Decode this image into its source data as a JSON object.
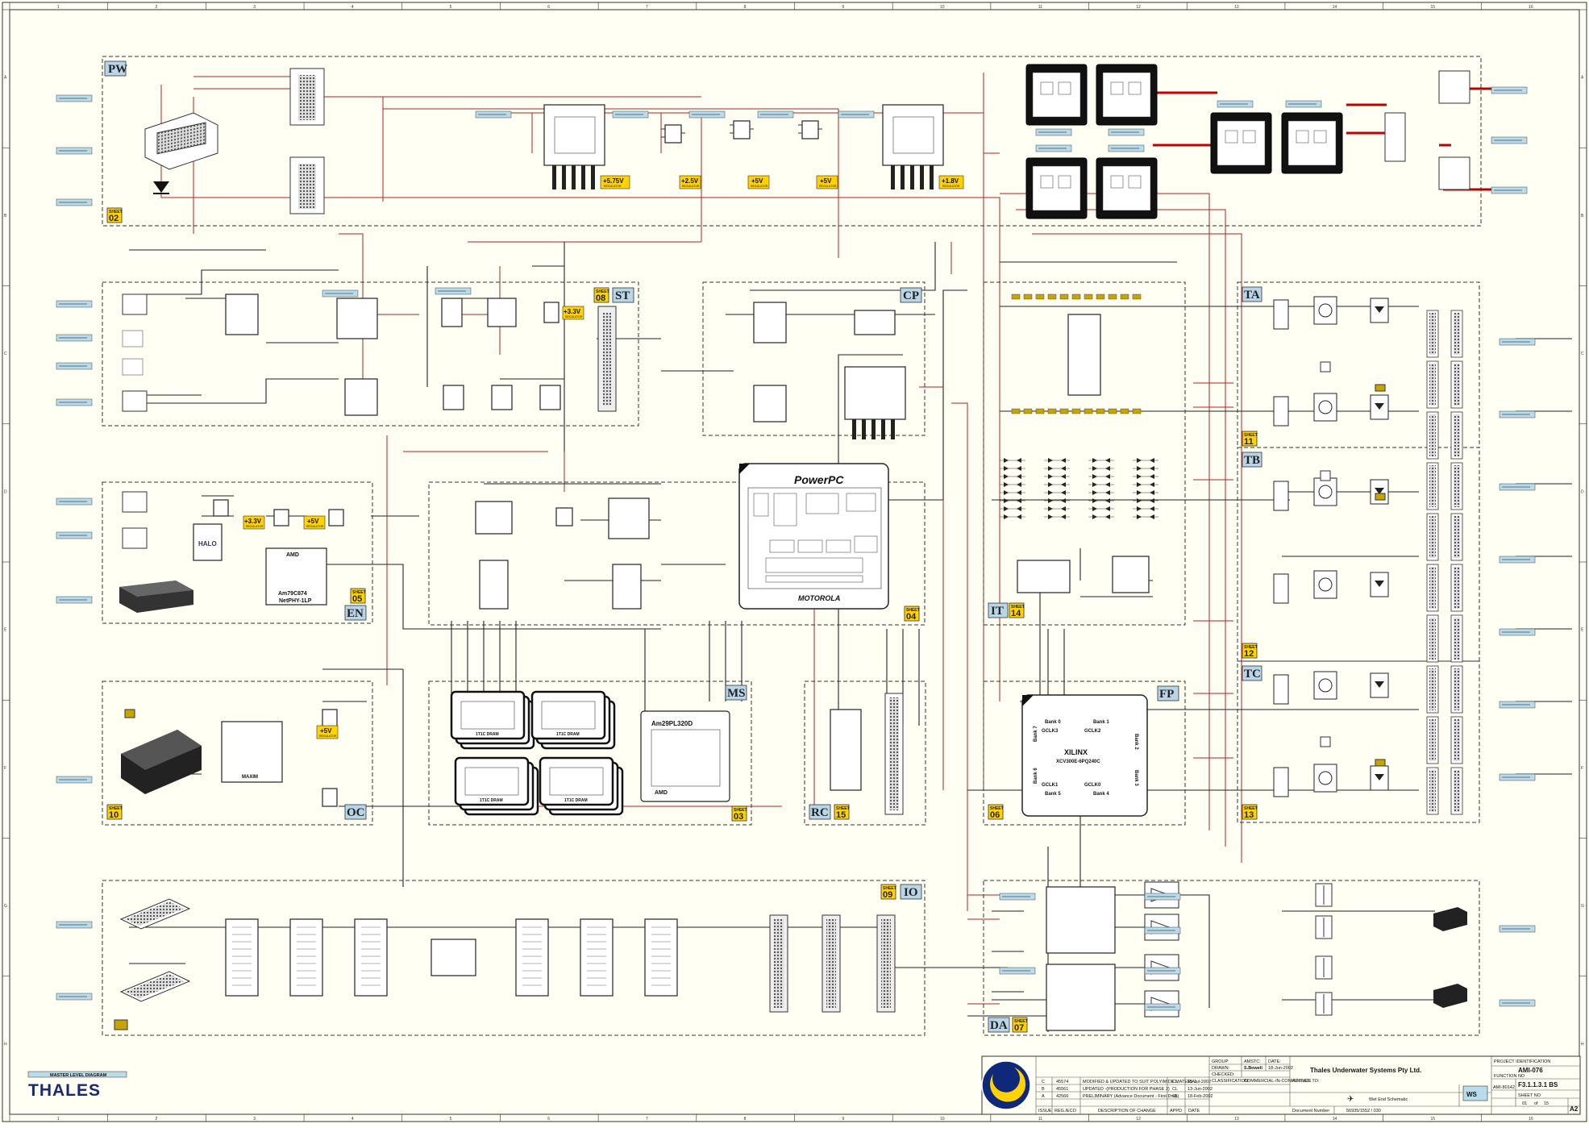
{
  "blocks": {
    "pw": {
      "label": "PW",
      "sheet": "02"
    },
    "st": {
      "label": "ST",
      "sheet": "08"
    },
    "cp": {
      "label": "CP",
      "sheet": ""
    },
    "it": {
      "label": "IT",
      "sheet": "14"
    },
    "ta": {
      "label": "TA",
      "sheet": "11"
    },
    "tb": {
      "label": "TB",
      "sheet": "12"
    },
    "tc": {
      "label": "TC",
      "sheet": "13"
    },
    "en": {
      "label": "EN",
      "sheet": "05"
    },
    "ppc": {
      "label": "",
      "sheet": "04"
    },
    "oc": {
      "label": "OC",
      "sheet": "10"
    },
    "ms": {
      "label": "MS",
      "sheet": "03"
    },
    "rc": {
      "label": "RC",
      "sheet": "15"
    },
    "fp": {
      "label": "FP",
      "sheet": "06"
    },
    "io": {
      "label": "IO",
      "sheet": "09"
    },
    "da": {
      "label": "DA",
      "sheet": "07"
    }
  },
  "sheet_word": "SHEET",
  "regulators": {
    "r575": {
      "value": "+5.75V",
      "sub": "REGULATOR"
    },
    "r25": {
      "value": "+2.5V",
      "sub": "REGULATOR"
    },
    "r5a": {
      "value": "+5V",
      "sub": "REGULATOR"
    },
    "r5b": {
      "value": "+5V",
      "sub": "REGULATOR"
    },
    "r18": {
      "value": "+1.8V",
      "sub": "REGULATOR"
    },
    "r33st": {
      "value": "+3.3V",
      "sub": "REGULATOR"
    },
    "r33en": {
      "value": "+3.3V",
      "sub": "REGULATOR"
    },
    "r5en": {
      "value": "+5V",
      "sub": "REGULATOR"
    },
    "r5oc": {
      "value": "+5V",
      "sub": "REGULATOR"
    }
  },
  "chips": {
    "powerpc": "PowerPC",
    "motorola": "MOTOROLA",
    "amd_en_brand": "AMD",
    "amd_en_part": "Am79C874",
    "amd_en_name": "NetPHY-1LP",
    "halo": "HALO",
    "flash_part": "Am29PL320D",
    "flash_brand": "AMD",
    "sdram": "1T1C DRAM",
    "xilinx_brand": "XILINX",
    "xilinx_part": "XCV300E-6PQ240C",
    "bank0": "Bank 0",
    "bank1": "Bank 1",
    "bank2": "Bank 2",
    "bank3": "Bank 3",
    "bank4": "Bank 4",
    "bank5": "Bank 5",
    "bank6": "Bank 6",
    "bank7": "Bank 7",
    "gclk3": "GCLK3",
    "gclk2": "GCLK2",
    "gclk1": "GCLK1",
    "gclk0": "GCLK0",
    "maxim": "MAXIM"
  },
  "logo": {
    "caption": "MASTER LEVEL DIAGRAM",
    "name": "THALES"
  },
  "title_block": {
    "rev_rows": [
      {
        "rev": "C",
        "ecn": "45574",
        "desc": "MODIFIED & UPDATED TO SUIT POLYIMIDE MATERIAL",
        "appd": "CL",
        "date": "15-Jul-2002"
      },
      {
        "rev": "B",
        "ecn": "45561",
        "desc": "UPDATED  -(PRODUCTION FOR PHASE 2)",
        "appd": "CL",
        "date": "13-Jun-2002"
      },
      {
        "rev": "A",
        "ecn": "42566",
        "desc": "PRELIMINARY (Advance Document - First Draft)",
        "appd": "CL",
        "date": "18-Feb-2002"
      }
    ],
    "rev_headers": {
      "issue": "ISSUE",
      "ecn": "REG./ECO",
      "desc": "DESCRIPTION OF CHANGE",
      "appd": "APPD",
      "date": "DATE"
    },
    "labels": {
      "group": "GROUP:",
      "amstc": "AMSTC:",
      "date": "DATE:",
      "drawn": "DRAWN:",
      "checked": "CHECKED:",
      "classification": "CLASSIFICATION:",
      "applies_to": "APPLIES TO:",
      "doc_number": "Document Number"
    },
    "drawn_by": "S.Bowell",
    "drawn_date": "18-Jun-2002",
    "classification": "COMMERCIAL-IN-CONFIDENCE",
    "company": "Thales Underwater Systems Pty Ltd.",
    "title": "Wet End Schematic",
    "ws": "WS",
    "part_ref": "AMI-80142",
    "doc_number": "56935/1552 / 030",
    "project_label": "PROJECT IDENTIFICATION",
    "project": "AMI-076",
    "function_label": "FUNCTION NO",
    "function": "F3.1.1.3.1 BS",
    "sheet_label": "SHEET NO",
    "sheet_no": "01",
    "of": "of",
    "sheet_total": "15",
    "size": "A2"
  },
  "zones": {
    "cols": [
      "1",
      "2",
      "3",
      "4",
      "5",
      "6",
      "7",
      "8",
      "9",
      "10",
      "11",
      "12",
      "13",
      "14",
      "15",
      "16"
    ],
    "rows": [
      "A",
      "B",
      "C",
      "D",
      "E",
      "F",
      "G",
      "H"
    ]
  }
}
